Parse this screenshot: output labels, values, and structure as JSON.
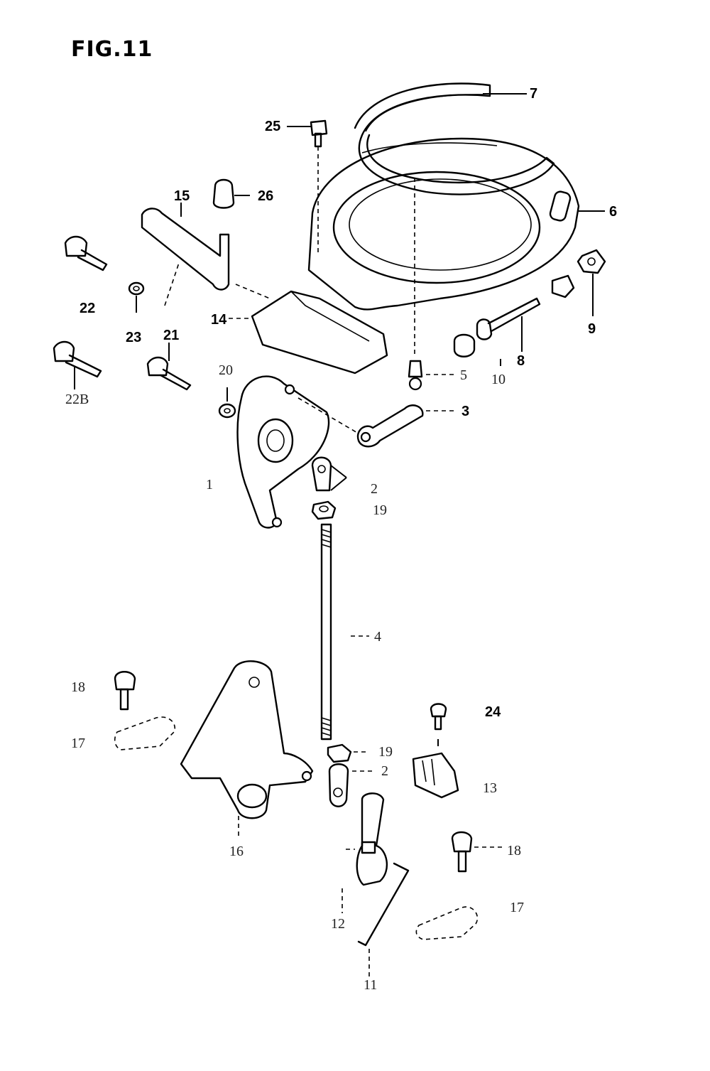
{
  "figure": {
    "title": "FIG.11"
  },
  "callouts": {
    "c1": "1",
    "c2a": "2",
    "c2b": "2",
    "c3": "3",
    "c4": "4",
    "c5": "5",
    "c6": "6",
    "c7": "7",
    "c8": "8",
    "c9": "9",
    "c10": "10",
    "c11": "11",
    "c12": "12",
    "c13": "13",
    "c14": "14",
    "c15": "15",
    "c16": "16",
    "c17a": "17",
    "c17b": "17",
    "c18a": "18",
    "c18b": "18",
    "c19a": "19",
    "c19b": "19",
    "c20": "20",
    "c21": "21",
    "c22": "22",
    "c22b": "22B",
    "c23": "23",
    "c24": "24",
    "c25": "25",
    "c26": "26"
  }
}
